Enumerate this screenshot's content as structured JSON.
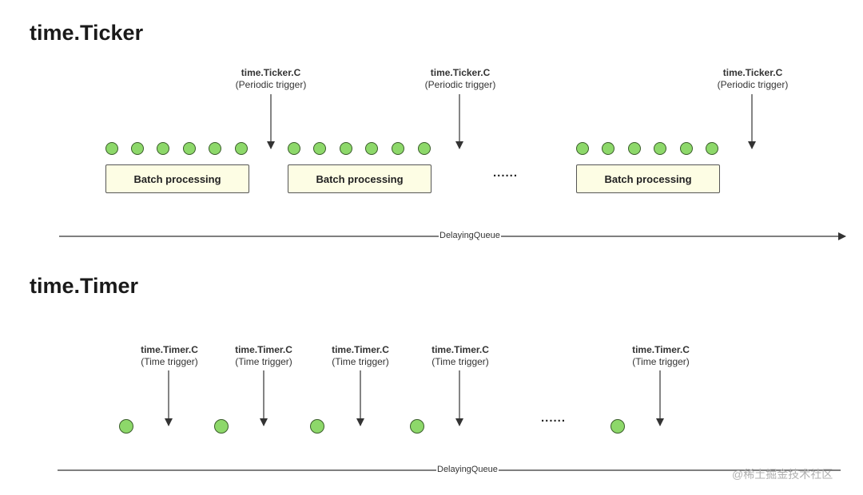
{
  "ticker": {
    "title": "time.Ticker",
    "arrow_label_line1": "time.Ticker.C",
    "arrow_label_line2": "(Periodic trigger)",
    "batch_label": "Batch processing",
    "ellipsis": "......",
    "axis_label": "DelayingQueue"
  },
  "timer": {
    "title": "time.Timer",
    "arrow_label_line1": "time.Timer.C",
    "arrow_label_line2": "(Time trigger)",
    "ellipsis": "......",
    "axis_label": "DelayingQueue"
  },
  "watermark": "@稀土掘金技术社区",
  "colors": {
    "dot_fill": "#8dd86a",
    "dot_stroke": "#3a5d2a",
    "box_fill": "#fdfde4"
  }
}
